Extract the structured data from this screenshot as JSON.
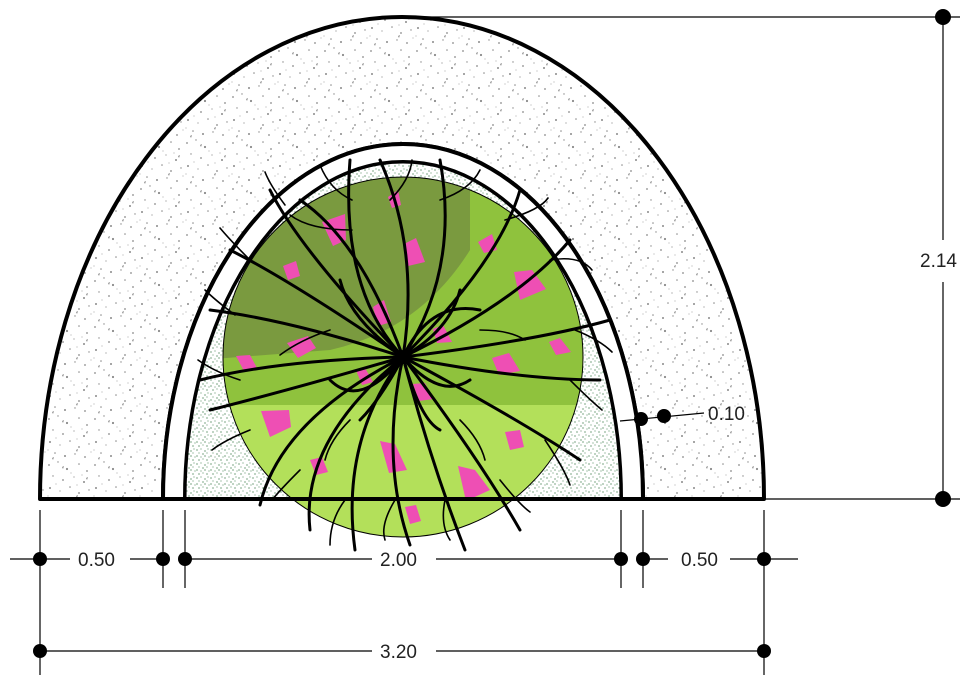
{
  "dimensions": {
    "outer_wall_width": "0.50",
    "inner_diameter": "2.00",
    "outer_wall_width_right": "0.50",
    "total_width": "3.20",
    "total_height": "2.14",
    "gap_width": "0.10"
  },
  "colors": {
    "line": "#000000",
    "concrete_fill": "#ffffff",
    "concrete_speckle": "#8a8a8a",
    "soil_speckle": "#1f6b2f",
    "canopy_dark": "#7a9a3f",
    "canopy_mid": "#8fc23d",
    "canopy_light": "#b3e05a",
    "flower": "#ee4fb4"
  },
  "icons": {
    "dimension_point": "filled-circle",
    "tree_symbol": "plan-view-shrub"
  }
}
